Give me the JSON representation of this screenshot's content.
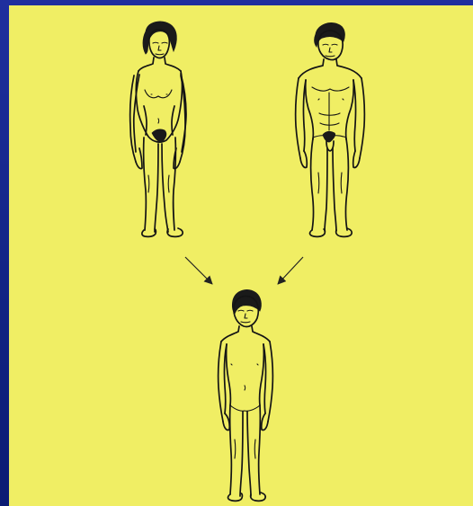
{
  "slide": {
    "background_color": "#f0ee64",
    "frame_color": "#15258a"
  },
  "figures": [
    {
      "name": "female-adult-figure",
      "role": "parent"
    },
    {
      "name": "male-adult-figure",
      "role": "parent"
    },
    {
      "name": "child-figure",
      "role": "offspring"
    }
  ],
  "arrows": [
    {
      "name": "arrow-left-parent-to-child",
      "direction": "down-right"
    },
    {
      "name": "arrow-right-parent-to-child",
      "direction": "down-left"
    }
  ]
}
